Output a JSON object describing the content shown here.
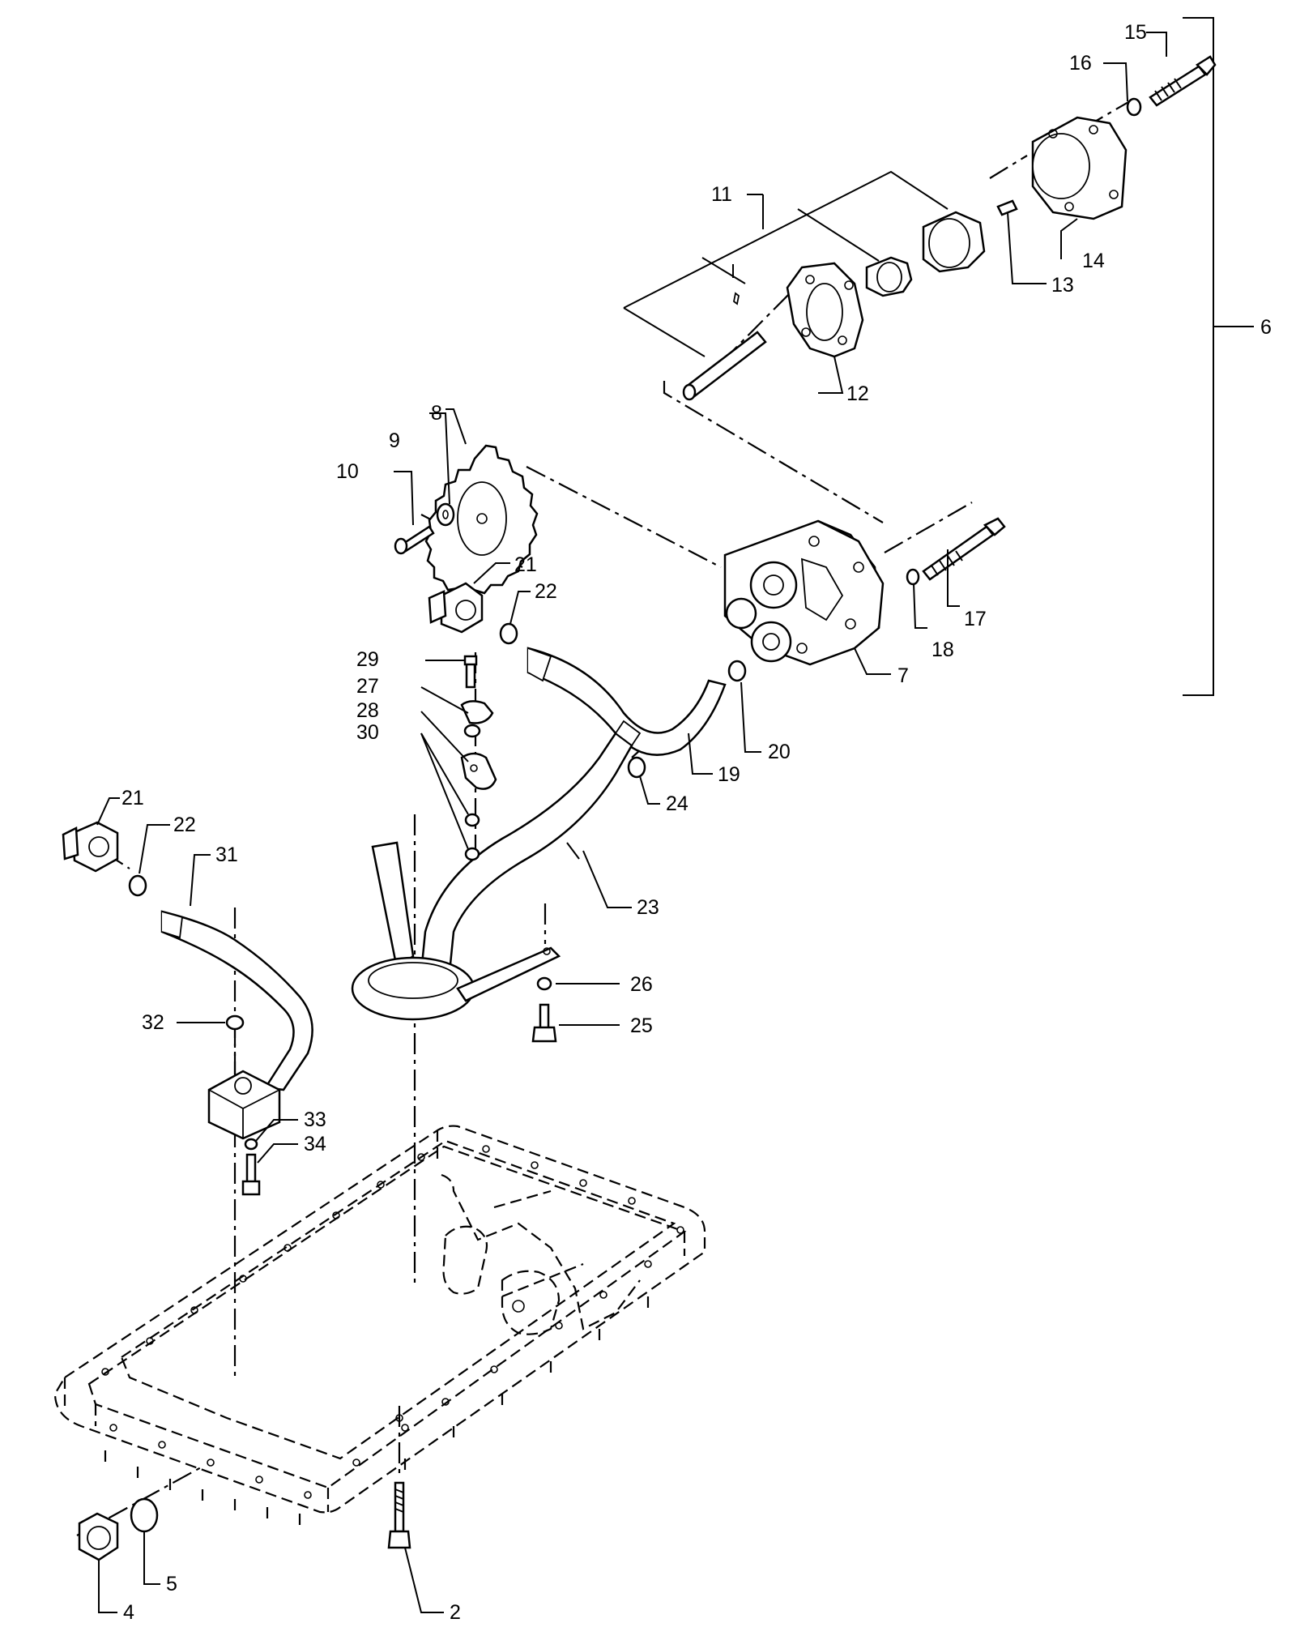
{
  "callouts": [
    {
      "id": "c2",
      "text": "2"
    },
    {
      "id": "c4",
      "text": "4"
    },
    {
      "id": "c5",
      "text": "5"
    },
    {
      "id": "c6",
      "text": "6"
    },
    {
      "id": "c7",
      "text": "7"
    },
    {
      "id": "c8",
      "text": "8"
    },
    {
      "id": "c9",
      "text": "9"
    },
    {
      "id": "c10",
      "text": "10"
    },
    {
      "id": "c11",
      "text": "11"
    },
    {
      "id": "c12",
      "text": "12"
    },
    {
      "id": "c13",
      "text": "13"
    },
    {
      "id": "c14",
      "text": "14"
    },
    {
      "id": "c15",
      "text": "15"
    },
    {
      "id": "c16",
      "text": "16"
    },
    {
      "id": "c17",
      "text": "17"
    },
    {
      "id": "c18",
      "text": "18"
    },
    {
      "id": "c19",
      "text": "19"
    },
    {
      "id": "c20",
      "text": "20"
    },
    {
      "id": "c21a",
      "text": "21"
    },
    {
      "id": "c22a",
      "text": "22"
    },
    {
      "id": "c21b",
      "text": "21"
    },
    {
      "id": "c22b",
      "text": "22"
    },
    {
      "id": "c23",
      "text": "23"
    },
    {
      "id": "c24",
      "text": "24"
    },
    {
      "id": "c25",
      "text": "25"
    },
    {
      "id": "c26",
      "text": "26"
    },
    {
      "id": "c27",
      "text": "27"
    },
    {
      "id": "c28",
      "text": "28"
    },
    {
      "id": "c29",
      "text": "29"
    },
    {
      "id": "c30",
      "text": "30"
    },
    {
      "id": "c31",
      "text": "31"
    },
    {
      "id": "c32",
      "text": "32"
    },
    {
      "id": "c33",
      "text": "33"
    },
    {
      "id": "c34",
      "text": "34"
    }
  ]
}
